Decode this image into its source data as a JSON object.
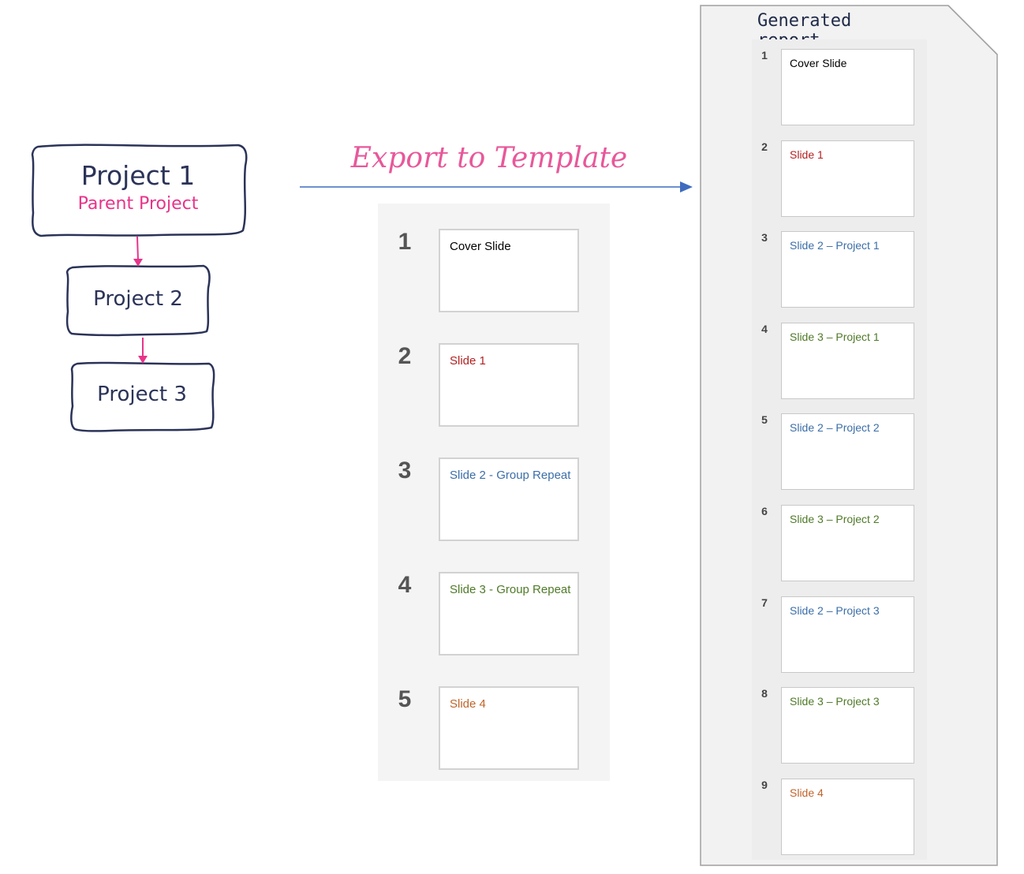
{
  "projects": [
    {
      "name": "Project 1",
      "subtitle": "Parent Project"
    },
    {
      "name": "Project 2"
    },
    {
      "name": "Project 3"
    }
  ],
  "export_label": "Export to Template",
  "template_slides": [
    {
      "num": "1",
      "title": "Cover Slide",
      "color": "#000000"
    },
    {
      "num": "2",
      "title": "Slide 1",
      "color": "#b22222"
    },
    {
      "num": "3",
      "title": "Slide 2 - Group Repeat",
      "color": "#3b6ea8"
    },
    {
      "num": "4",
      "title": "Slide 3 - Group Repeat",
      "color": "#4f7a28"
    },
    {
      "num": "5",
      "title": "Slide 4",
      "color": "#c0642a"
    }
  ],
  "report": {
    "title": "Generated report",
    "slides": [
      {
        "num": "1",
        "title": "Cover Slide",
        "color": "#000000"
      },
      {
        "num": "2",
        "title": "Slide 1",
        "color": "#b22222"
      },
      {
        "num": "3",
        "title": "Slide 2 – Project 1",
        "color": "#3b6ea8"
      },
      {
        "num": "4",
        "title": "Slide 3 – Project 1",
        "color": "#4f7a28"
      },
      {
        "num": "5",
        "title": "Slide 2 – Project 2",
        "color": "#3b6ea8"
      },
      {
        "num": "6",
        "title": "Slide 3 – Project 2",
        "color": "#4f7a28"
      },
      {
        "num": "7",
        "title": "Slide 2 – Project 3",
        "color": "#3b6ea8"
      },
      {
        "num": "8",
        "title": "Slide 3 – Project 3",
        "color": "#4f7a28"
      },
      {
        "num": "9",
        "title": "Slide 4",
        "color": "#c0642a"
      }
    ]
  },
  "colors": {
    "project_border": "#2b3358",
    "project_arrow": "#e8348a",
    "export_arrow": "#3f6bbf",
    "doc_border": "#a0a0a0"
  }
}
